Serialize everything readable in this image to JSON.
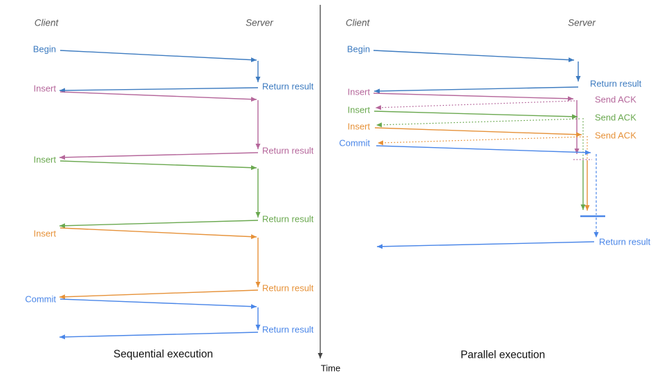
{
  "colors": {
    "begin_blue": "#3d7bc0",
    "insert_pink": "#b5679b",
    "insert_green": "#6aa84f",
    "insert_orange": "#e69138",
    "commit_blue": "#4a86e8",
    "axis_gray": "#444444",
    "header_gray": "#5a5a5a",
    "title_black": "#111111"
  },
  "time_axis": {
    "label": "Time"
  },
  "sequential": {
    "title": "Sequential execution",
    "client_header": "Client",
    "server_header": "Server",
    "operations": [
      {
        "request": "Begin",
        "response": "Return result",
        "color": "begin_blue"
      },
      {
        "request": "Insert",
        "response": "Return result",
        "color": "insert_pink"
      },
      {
        "request": "Insert",
        "response": "Return result",
        "color": "insert_green"
      },
      {
        "request": "Insert",
        "response": "Return result",
        "color": "insert_orange"
      },
      {
        "request": "Commit",
        "response": "Return result",
        "color": "commit_blue"
      }
    ]
  },
  "parallel": {
    "title": "Parallel execution",
    "client_header": "Client",
    "server_header": "Server",
    "operations": [
      {
        "request": "Begin",
        "response": "Return result",
        "color": "begin_blue",
        "mode": "sync"
      },
      {
        "request": "Insert",
        "response": "Send ACK",
        "color": "insert_pink",
        "mode": "async"
      },
      {
        "request": "Insert",
        "response": "Send ACK",
        "color": "insert_green",
        "mode": "async"
      },
      {
        "request": "Insert",
        "response": "Send ACK",
        "color": "insert_orange",
        "mode": "async"
      },
      {
        "request": "Commit",
        "response": "Return result",
        "color": "commit_blue",
        "mode": "commit"
      }
    ]
  }
}
